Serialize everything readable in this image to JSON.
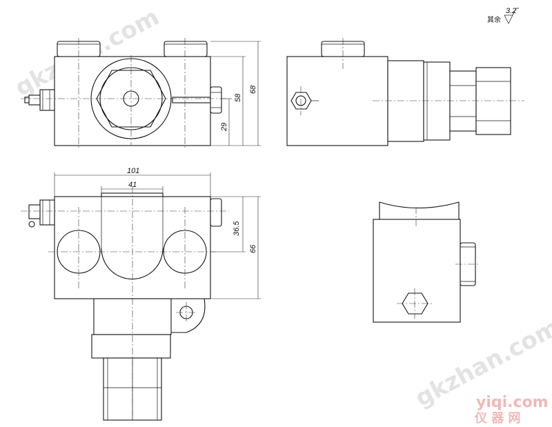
{
  "roughness_note": {
    "prefix": "其余",
    "value": "3.2"
  },
  "dimensions": {
    "top_view_height_68": "68",
    "top_view_height_58": "58",
    "top_view_height_29": "29",
    "width_101": "101",
    "width_41": "41",
    "height_36_5": "36.5",
    "height_66": "66"
  },
  "watermarks": {
    "top_left": "gkzhan.com",
    "bottom_right": "gkzhan.com",
    "brand_url": "yiqi.com",
    "brand_cn": "仪 器 网"
  }
}
